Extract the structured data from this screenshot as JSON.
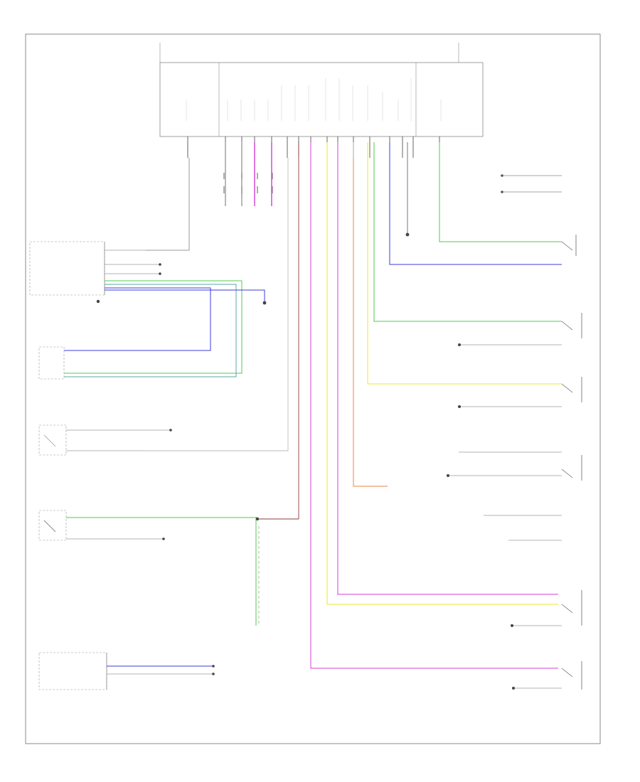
{
  "figure": {
    "footer_code": "",
    "colors": {
      "frame": "#888888",
      "wire_gray": "#9a9a9a",
      "wire_blue": "#3b3bd8",
      "wire_green": "#4ccc4c",
      "wire_yellow": "#e8e830",
      "wire_magenta": "#d43cd4",
      "wire_orange": "#e8843c",
      "wire_brown": "#8a3c3c",
      "wire_teal": "#5aaaaa"
    }
  },
  "blocks": [
    {
      "id": "main-module"
    },
    {
      "id": "left-switch-module"
    },
    {
      "id": "left-rear-seatbelt-buckle"
    },
    {
      "id": "right-rear-door-switch"
    },
    {
      "id": "left-front-door-switch"
    },
    {
      "id": "steering-column-switch"
    }
  ],
  "labels": {}
}
